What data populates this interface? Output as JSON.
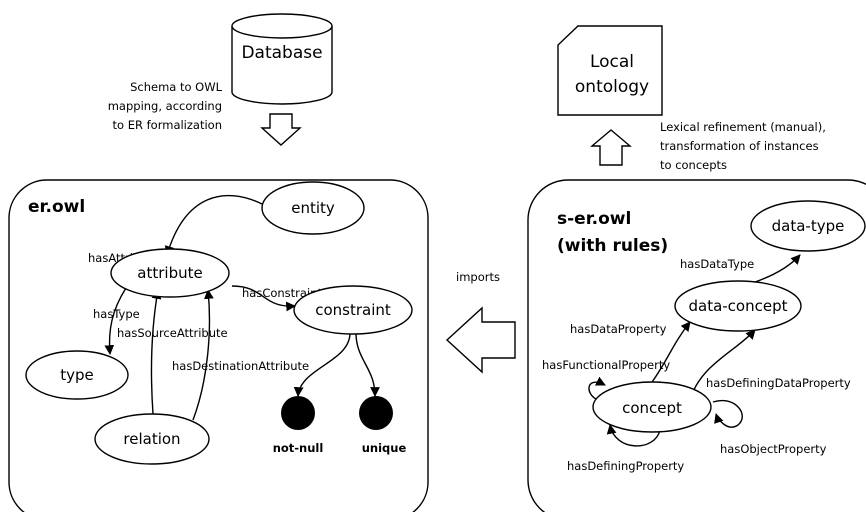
{
  "database": {
    "label": "Database"
  },
  "local_ontology": {
    "line1": "Local",
    "line2": "ontology"
  },
  "schema_mapping": {
    "line1": "Schema to OWL",
    "line2": "mapping, according",
    "line3": "to ER formalization"
  },
  "lexical_refinement": {
    "line1": "Lexical refinement (manual),",
    "line2": "transformation of instances",
    "line3": "to concepts"
  },
  "imports_label": "imports",
  "er_owl": {
    "title": "er.owl",
    "nodes": {
      "entity": "entity",
      "attribute": "attribute",
      "constraint": "constraint",
      "type": "type",
      "relation": "relation",
      "not_null": "not-null",
      "unique": "unique"
    },
    "edges": {
      "hasAttribute": "hasAttribute",
      "hasConstraint": "hasConstraint",
      "hasType": "hasType",
      "hasSourceAttribute": "hasSourceAttribute",
      "hasDestinationAttribute": "hasDestinationAttribute"
    }
  },
  "s_er_owl": {
    "title_line1": "s-er.owl",
    "title_line2": "(with rules)",
    "nodes": {
      "data_type": "data-type",
      "data_concept": "data-concept",
      "concept": "concept"
    },
    "edges": {
      "hasDataType": "hasDataType",
      "hasDataProperty": "hasDataProperty",
      "hasFunctionalProperty": "hasFunctionalProperty",
      "hasDefiningDataProperty": "hasDefiningDataProperty",
      "hasObjectProperty": "hasObjectProperty",
      "hasDefiningProperty": "hasDefiningProperty"
    }
  }
}
